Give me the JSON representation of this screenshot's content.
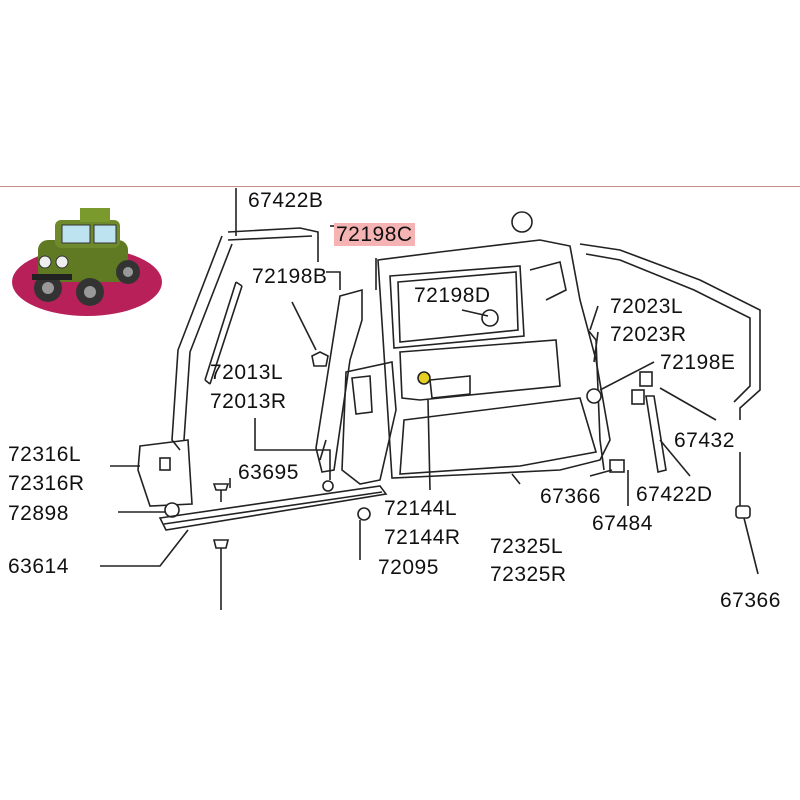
{
  "diagram": {
    "highlight_color": "#f5b3b3",
    "part_labels": {
      "p67422B": "67422B",
      "p72198C": "72198C",
      "p72198B": "72198B",
      "p72198D": "72198D",
      "p72023L": "72023L",
      "p72023R": "72023R",
      "p72198E": "72198E",
      "p72013L": "72013L",
      "p72013R": "72013R",
      "p72316L": "72316L",
      "p72316R": "72316R",
      "p72898": "72898",
      "p63695": "63695",
      "p63614": "63614",
      "p72144L": "72144L",
      "p72144R": "72144R",
      "p72095": "72095",
      "p72325L": "72325L",
      "p72325R": "72325R",
      "p67366a": "67366",
      "p67484": "67484",
      "p67422D": "67422D",
      "p67432": "67432",
      "p67366b": "67366"
    },
    "highlighted_part": "72198C",
    "vehicle_icon": "suv-thumbnail-icon"
  }
}
